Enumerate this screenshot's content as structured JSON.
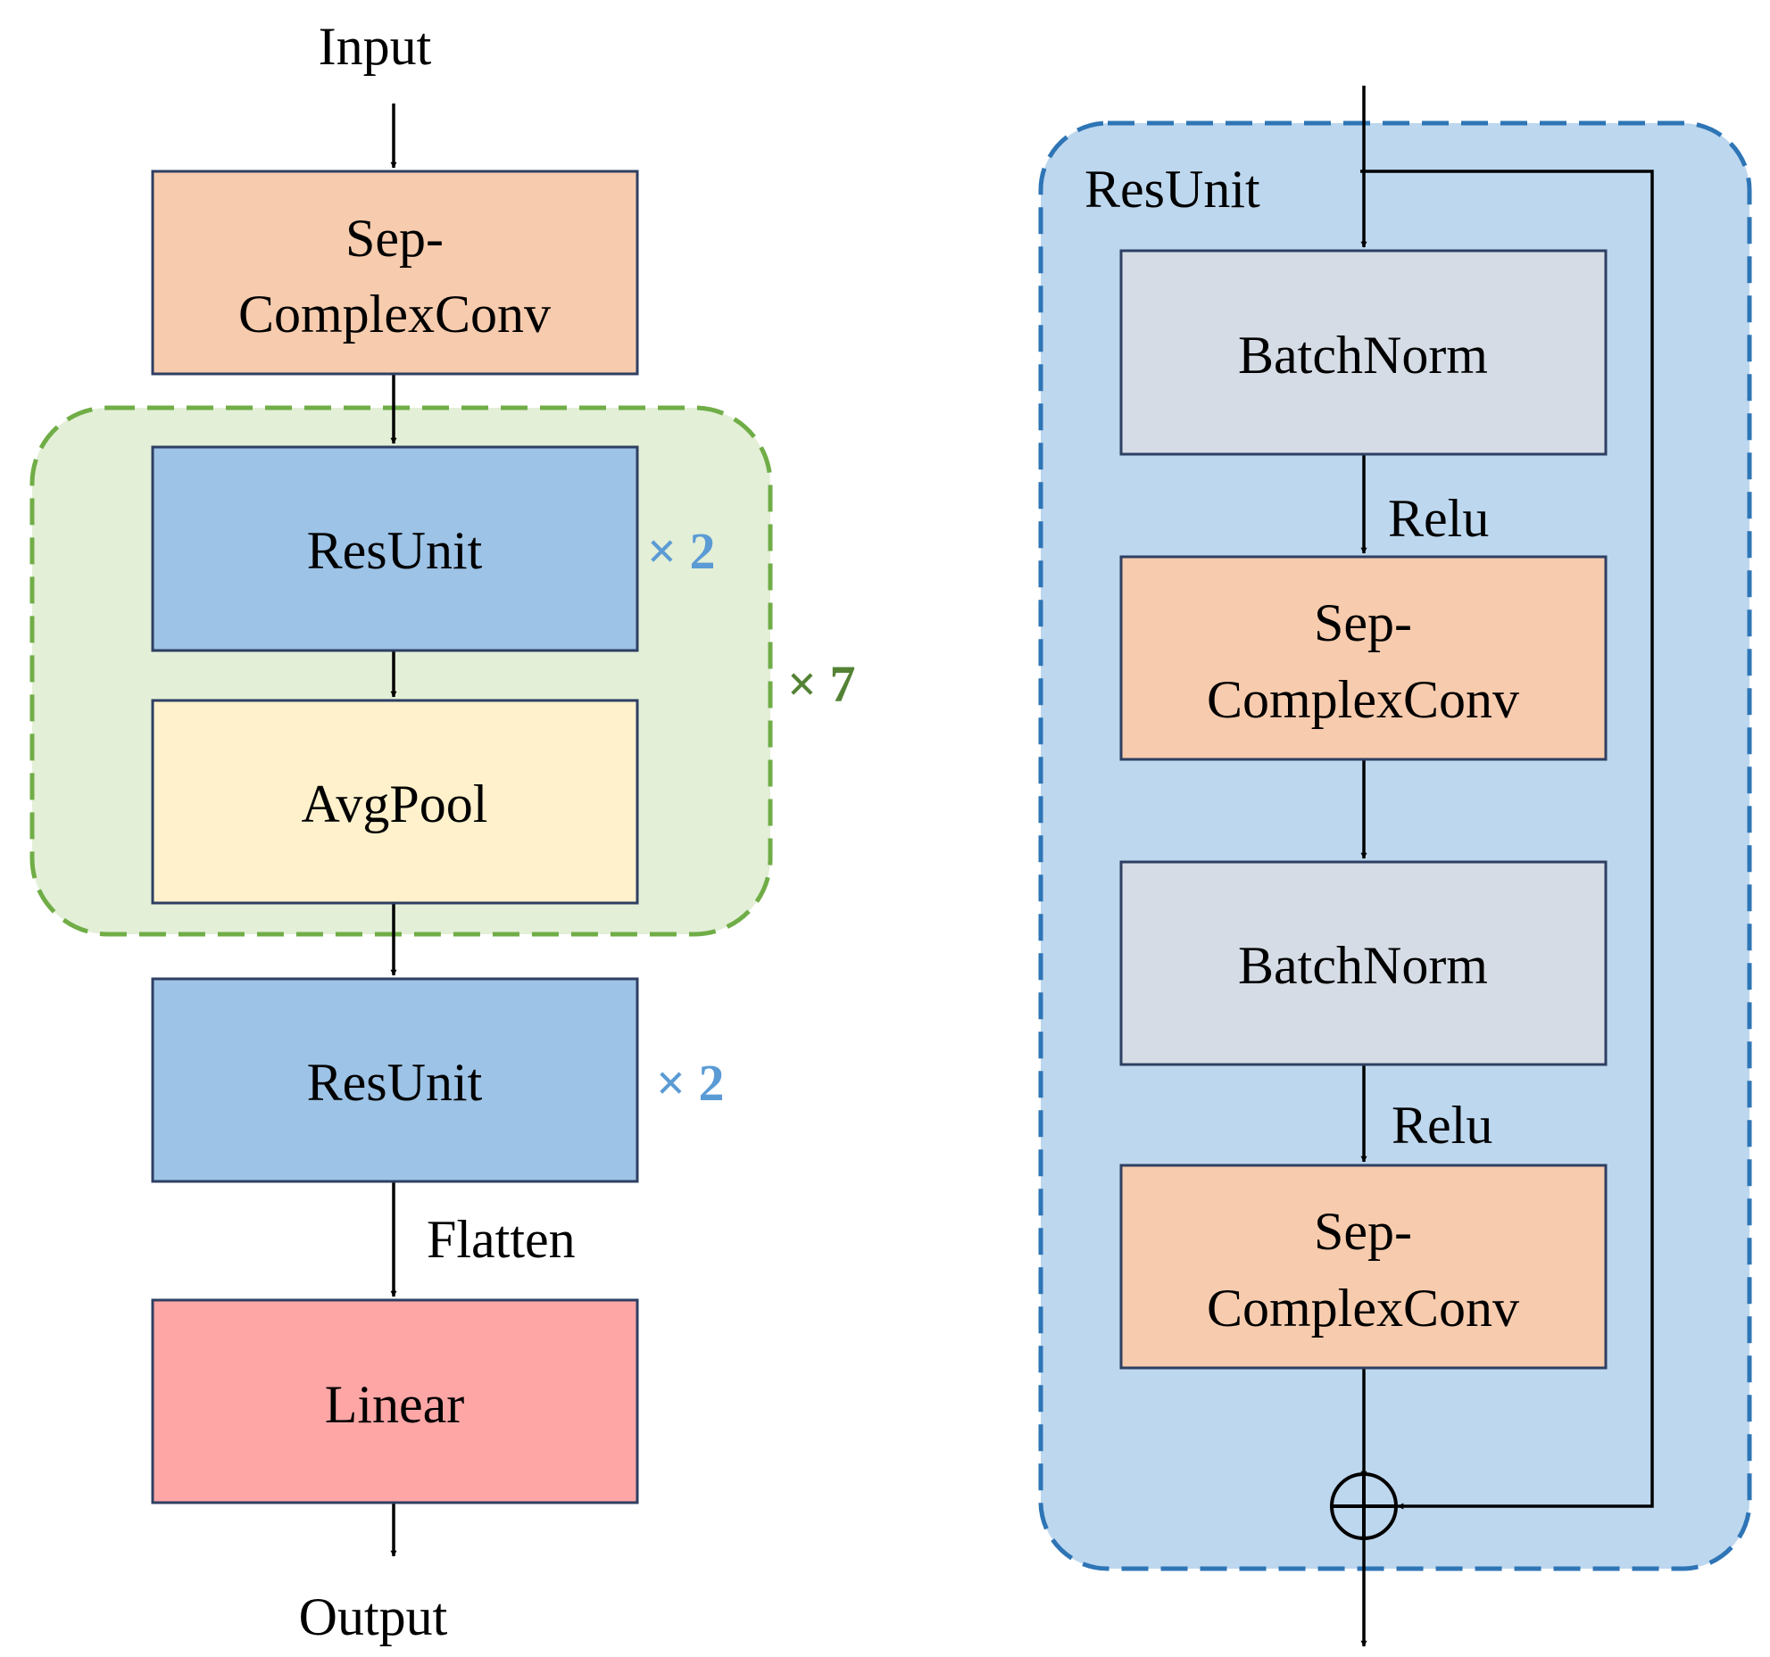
{
  "colors": {
    "sep_conv": "#f7cbad",
    "resunit": "#9dc3e6",
    "avgpool": "#fef1cc",
    "linear": "#fea6a6",
    "batchnorm": "#d6dce5",
    "loop_fill": "#e3efd7",
    "loop_border": "#70ad47",
    "resunit_panel_fill": "#bdd7ee",
    "resunit_panel_border": "#2e75b6",
    "mult_blue": "#5b9bd5",
    "mult_green": "#548235"
  },
  "left": {
    "input_label": "Input",
    "output_label": "Output",
    "sep_conv": {
      "line1": "Sep-",
      "line2": "ComplexConv"
    },
    "resunit_1": "ResUnit",
    "resunit_1_mult": "× 2",
    "avgpool": "AvgPool",
    "loop_mult": "× 7",
    "resunit_2": "ResUnit",
    "resunit_2_mult": "× 2",
    "flatten_label": "Flatten",
    "linear": "Linear"
  },
  "right": {
    "panel_title": "ResUnit",
    "batchnorm_1": "BatchNorm",
    "relu_1": "Relu",
    "sep_conv_1": {
      "line1": "Sep-",
      "line2": "ComplexConv"
    },
    "batchnorm_2": "BatchNorm",
    "relu_2": "Relu",
    "sep_conv_2": {
      "line1": "Sep-",
      "line2": "ComplexConv"
    },
    "sum_icon": "circle-plus-icon"
  }
}
